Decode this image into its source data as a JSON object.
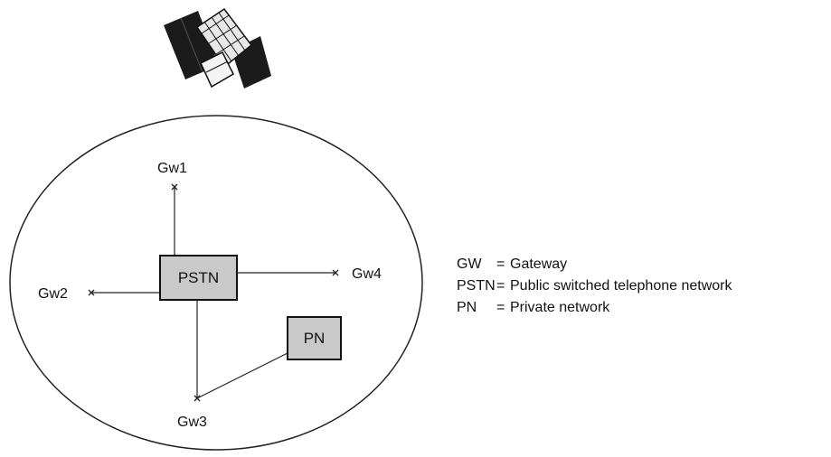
{
  "diagram": {
    "center_box": "PSTN",
    "private_box": "PN",
    "gateways": {
      "gw1": "Gw1",
      "gw2": "Gw2",
      "gw3": "Gw3",
      "gw4": "Gw4"
    },
    "box_fill": "#c9c9c9",
    "line_color": "#222222"
  },
  "legend": {
    "items": [
      {
        "abbr": "GW",
        "sep": "=",
        "desc": "Gateway"
      },
      {
        "abbr": "PSTN",
        "sep": "=",
        "desc": "Public switched telephone network"
      },
      {
        "abbr": "PN",
        "sep": "=",
        "desc": "Private network"
      }
    ]
  }
}
